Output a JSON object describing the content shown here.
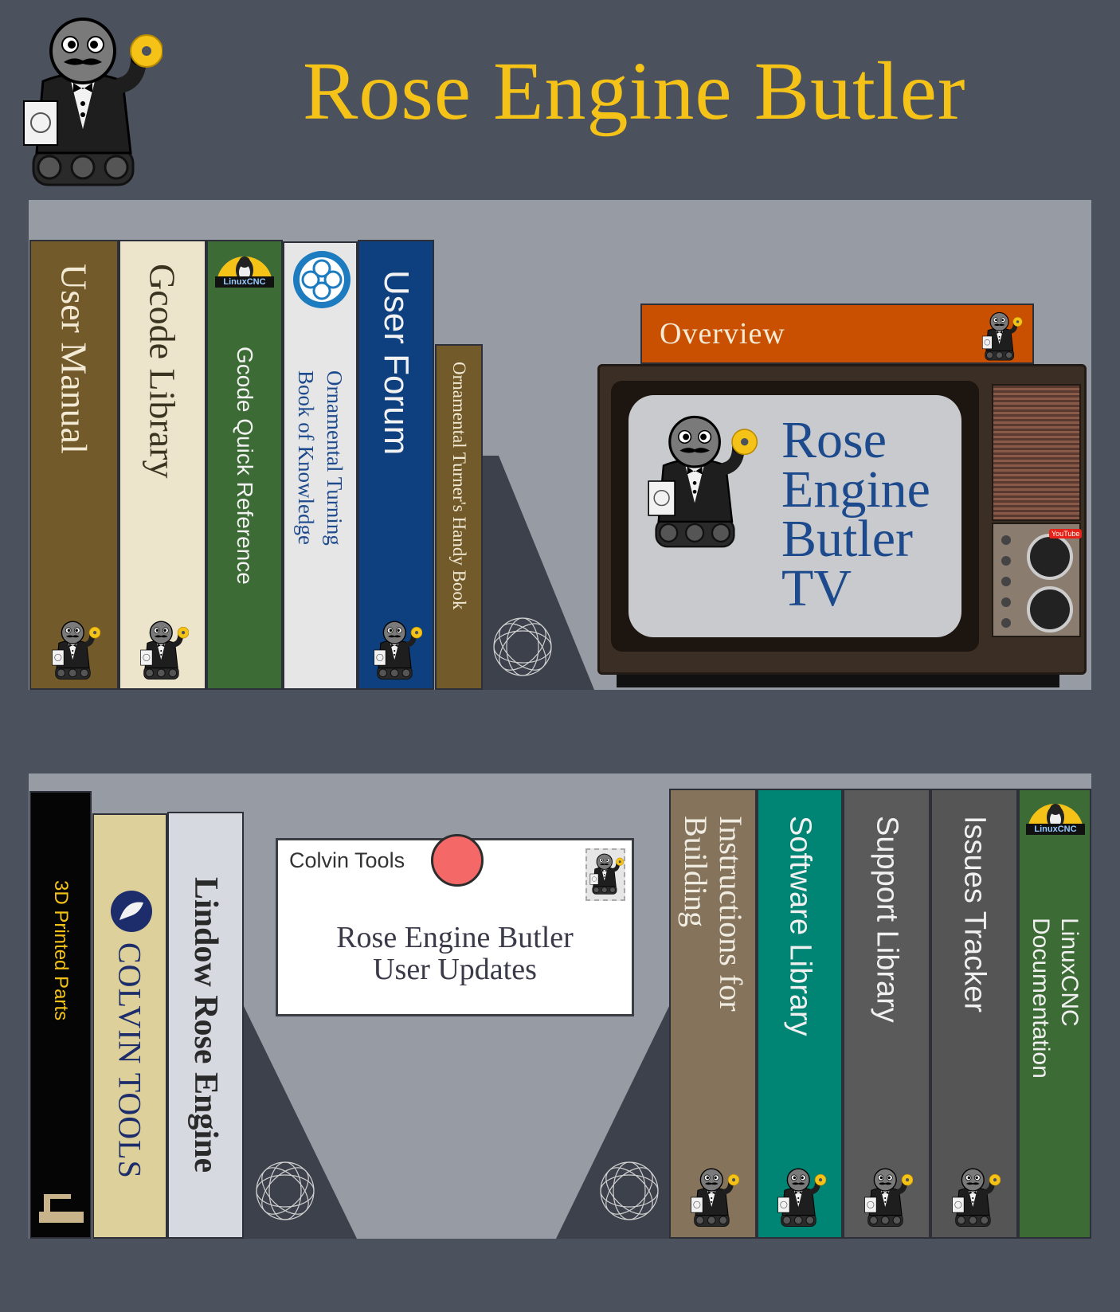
{
  "header": {
    "title": "Rose Engine Butler"
  },
  "shelf_top": {
    "books": [
      {
        "label": "User Manual",
        "color": "#735a2a",
        "text_color": "#f2ead4"
      },
      {
        "label": "Gcode Library",
        "color": "#ece5cc",
        "text_color": "#3a3320"
      },
      {
        "label": "Gcode Quick Reference",
        "color": "#3d6b35",
        "text_color": "#f2f2f2",
        "badge": "LinuxCNC"
      },
      {
        "label_line1": "Ornamental Turning",
        "label_line2": "Book of Knowledge",
        "color": "#e6e6e6",
        "text_color": "#1d4a8c"
      },
      {
        "label": "User Forum",
        "color": "#0e4080",
        "text_color": "#f2f2f2"
      },
      {
        "label": "Ornamental Turner's Handy Book",
        "color": "#735a2a",
        "text_color": "#f2ead4"
      }
    ],
    "overview_book": {
      "label": "Overview",
      "color": "#c95000"
    },
    "tv": {
      "line1": "Rose",
      "line2": "Engine",
      "line3": "Butler",
      "line4": "TV",
      "youtube_badge": "YouTube"
    }
  },
  "shelf_bottom": {
    "books_left": [
      {
        "label": "3D Printed Parts",
        "color": "#050505",
        "text_color": "#f5c318"
      },
      {
        "label": "COLVIN TOOLS",
        "color": "#ddd09a",
        "text_color": "#1d2d6b"
      },
      {
        "label": "Lindow Rose Engine",
        "color": "#d6d9e0",
        "text_color": "#2a2a2a"
      }
    ],
    "card": {
      "sender": "Colvin Tools",
      "line1": "Rose Engine Butler",
      "line2": "User Updates"
    },
    "books_right": [
      {
        "label_line1": "Instructions for",
        "label_line2": "Building",
        "color": "#85745b",
        "text_color": "#f0ece2"
      },
      {
        "label": "Software Library",
        "color": "#008473",
        "text_color": "#f0f0f0"
      },
      {
        "label": "Support Library",
        "color": "#5a5a5a",
        "text_color": "#f0f0f0"
      },
      {
        "label": "Issues Tracker",
        "color": "#555555",
        "text_color": "#f0f0f0"
      },
      {
        "label_line1": "LinuxCNC",
        "label_line2": "Documentation",
        "color": "#3d6b35",
        "text_color": "#f0f0f0",
        "badge": "LinuxCNC"
      }
    ]
  }
}
